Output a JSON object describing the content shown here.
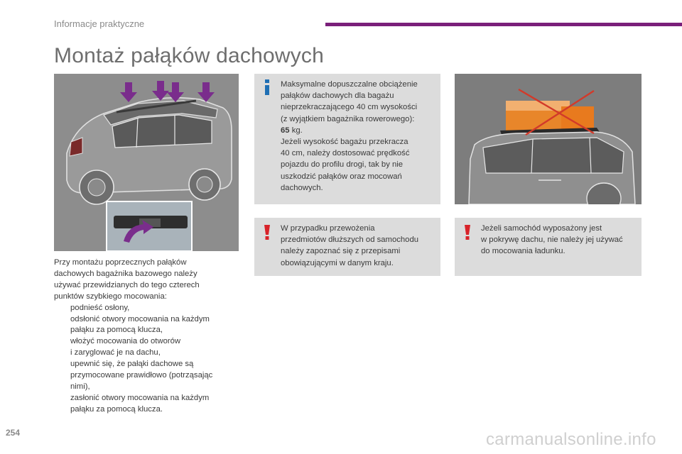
{
  "header": {
    "section": "Informacje praktyczne",
    "accent_color": "#7a1f7a"
  },
  "page_title": "Montaż pałąków dachowych",
  "info_box": {
    "lines": "Maksymalne dopuszczalne obciążenie\npałąków dachowych dla bagażu\nnieprzekraczającego 40 cm wysokości\n(z wyjątkiem bagażnika rowerowego):",
    "weight_value": "65",
    "weight_unit": " kg.",
    "lines2": "Jeżeli wysokość bagażu przekracza\n40 cm, należy dostosować prędkość\npojazdu do profilu drogi, tak by nie\nuszkodzić pałąków oraz mocowań\ndachowych.",
    "icon": "info-icon"
  },
  "warning_long_loads": {
    "text": "W przypadku przewożenia\nprzedmiotów dłuższych od samochodu\nnależy zapoznać się z przepisami\nobowiązującymi w danym kraju.",
    "icon": "exclamation-icon"
  },
  "warning_sunroof": {
    "text": "Jeżeli samochód wyposażony jest\nw pokrywę dachu, nie należy jej używać\ndo mocowania ładunku.",
    "icon": "exclamation-icon"
  },
  "body": {
    "intro": "Przy montażu poprzecznych pałąków\ndachowych bagażnika bazowego należy\nużywać przewidzianych do tego czterech\npunktów szybkiego mocowania:",
    "bullet_glyph": "",
    "steps": [
      "podnieść osłony,",
      "odsłonić otwory mocowania na każdym\npałąku za pomocą klucza,",
      "włożyć mocowania do otworów\ni zaryglować je na dachu,",
      "upewnić się, że pałąki dachowe są\nprzymocowane prawidłowo (potrząsając\nnimi),",
      "zasłonić otwory mocowania na każdym\npałąku za pomocą klucza."
    ]
  },
  "page_number": "254",
  "watermark": "carmanualsonline.info",
  "colors": {
    "arrow_purple": "#7a2d8c",
    "warning_red": "#d8232a",
    "info_blue": "#1f6fb4",
    "cargo_orange": "#e8862a",
    "cross_red": "#d23a2a"
  }
}
